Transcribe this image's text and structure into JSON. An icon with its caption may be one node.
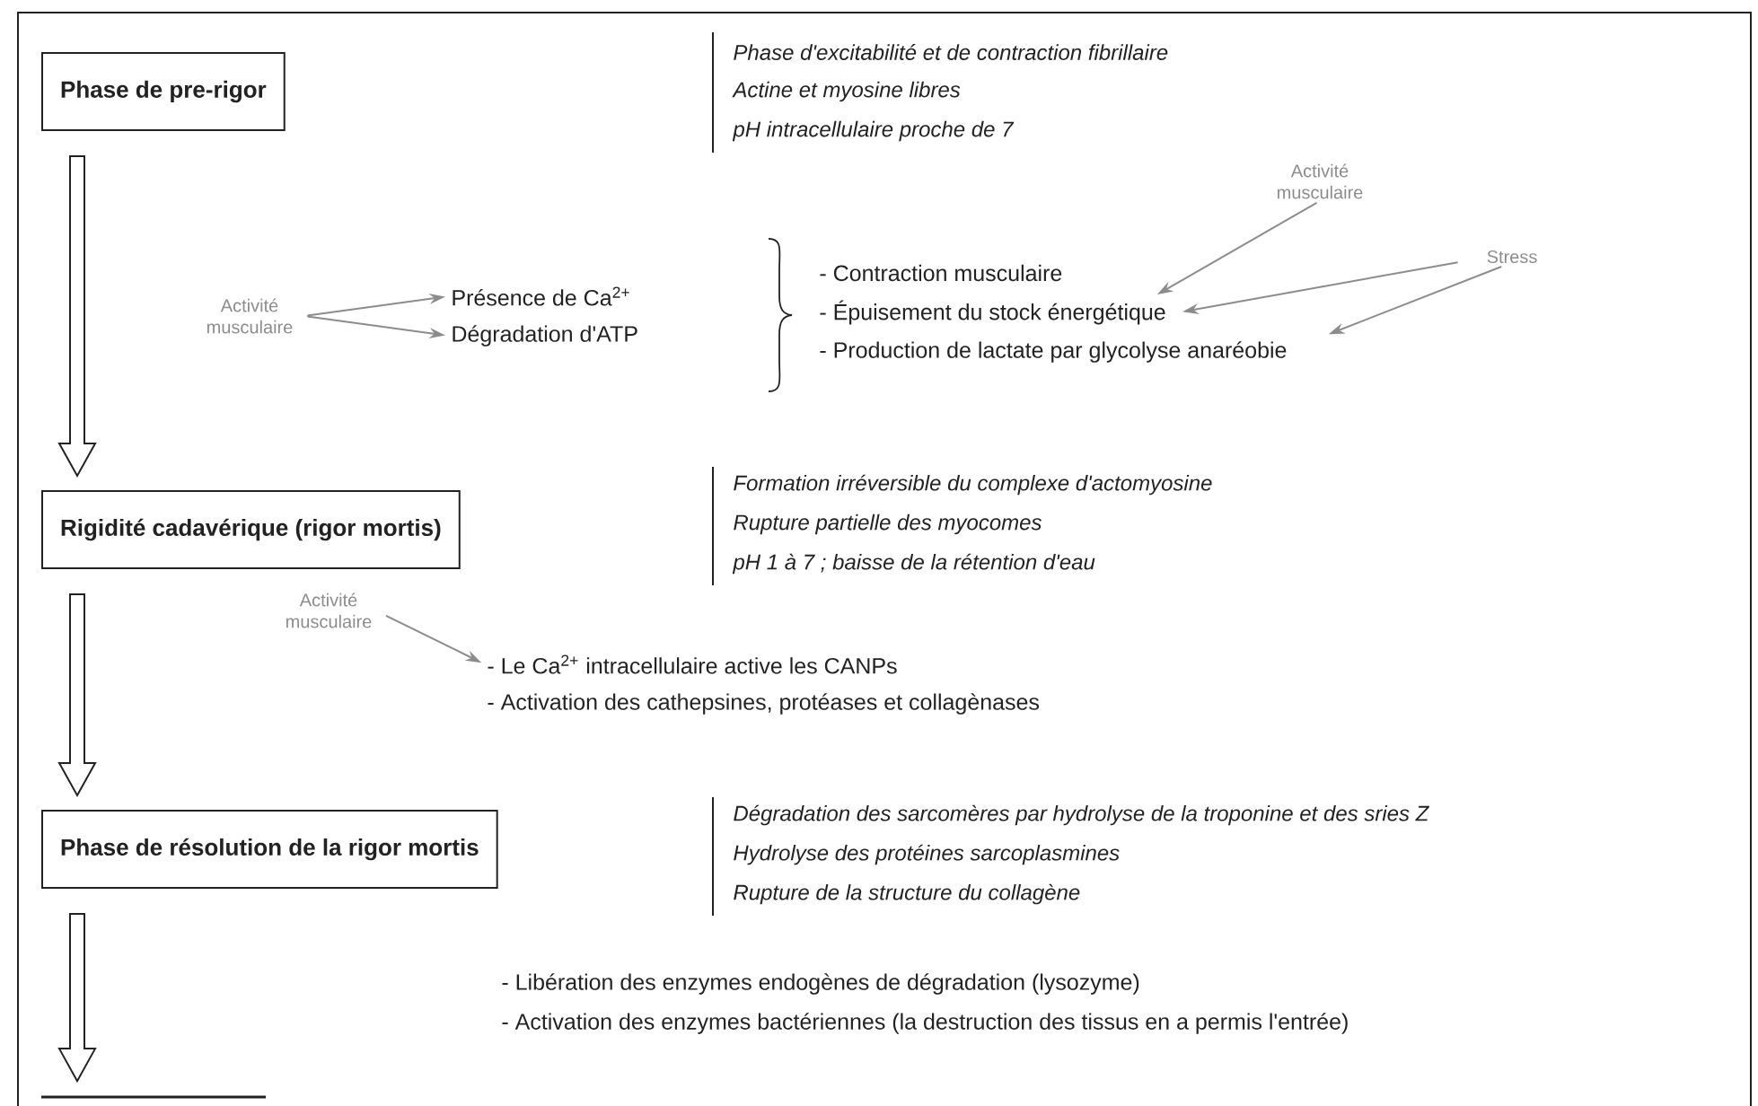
{
  "diagram": {
    "nodes": [
      {
        "text": [
          "Phase de pre-rigor"
        ],
        "beside": [
          "Phase d'excitabilité et de contraction fibrillaire",
          "Actine et myosine libres",
          "pH intracellulaire proche de 7"
        ]
      },
      {
        "text": [
          "Rigidité cadavérique (rigor mortis)"
        ],
        "beside": [
          "Formation irréversible du complexe d'actomyosine",
          "Rupture partielle des myocomes",
          "pH 1 à 7 ; baisse de la rétention d'eau"
        ]
      },
      {
        "text": [
          "Phase de résolution de la rigor mortis"
        ],
        "beside": [
          "Dégradation des sarcomères par hydrolyse de la troponine et des sries Z",
          "Hydrolyse des protéines sarcoplasmines",
          "Rupture de la structure du collagène"
        ]
      },
      {
        "text": [],
        "shape": "bar"
      },
      {
        "text": [
          "Activité musculaire"
        ]
      },
      {
        "text": [
          "Présence de Ca$^{2+}$"
        ]
      },
      {
        "text": [
          "Dégradation d'ATP"
        ]
      },
      {
        "text": [
          "- Épuisement du stock énergétique"
        ]
      },
      {
        "text": [
          "- Production de lactate par glycolyse anaréobie"
        ]
      },
      {
        "text": [
          "Activité musculaire"
        ]
      },
      {
        "text": [
          "Stress"
        ]
      },
      {
        "text": [
          "Activité musculaire"
        ]
      },
      {
        "text": [
          "- Le Ca$^{2+}$ intracellulaire active les CANPs"
        ]
      }
    ],
    "edges": [
      {
        "from": 0,
        "to": 1,
        "arrow": "to",
        "style": "thick",
        "color": "#222222"
      },
      {
        "from": 1,
        "to": 2,
        "arrow": "to",
        "style": "thick",
        "color": "#222222"
      },
      {
        "from": 2,
        "to": 3,
        "arrow": "to",
        "style": "thick",
        "color": "#222222"
      },
      {
        "from": 4,
        "to": 5,
        "arrow": "to"
      },
      {
        "from": 4,
        "to": 6,
        "arrow": "to"
      },
      {
        "from": 9,
        "to": 7,
        "arrow": "to"
      },
      {
        "from": 10,
        "to": 7,
        "arrow": "to"
      },
      {
        "from": 10,
        "to": 8,
        "arrow": "to"
      },
      {
        "from": 11,
        "to": 12,
        "arrow": "to"
      }
    ],
    "labels": [
      "- Contraction musculaire",
      "- Activation des cathepsines, protéases et collagènases",
      "- Libération des enzymes endogènes de dégradation (lysozyme)",
      "- Activation des enzymes bactériennes (la destruction des tissus en a permis l'entrée)"
    ]
  }
}
